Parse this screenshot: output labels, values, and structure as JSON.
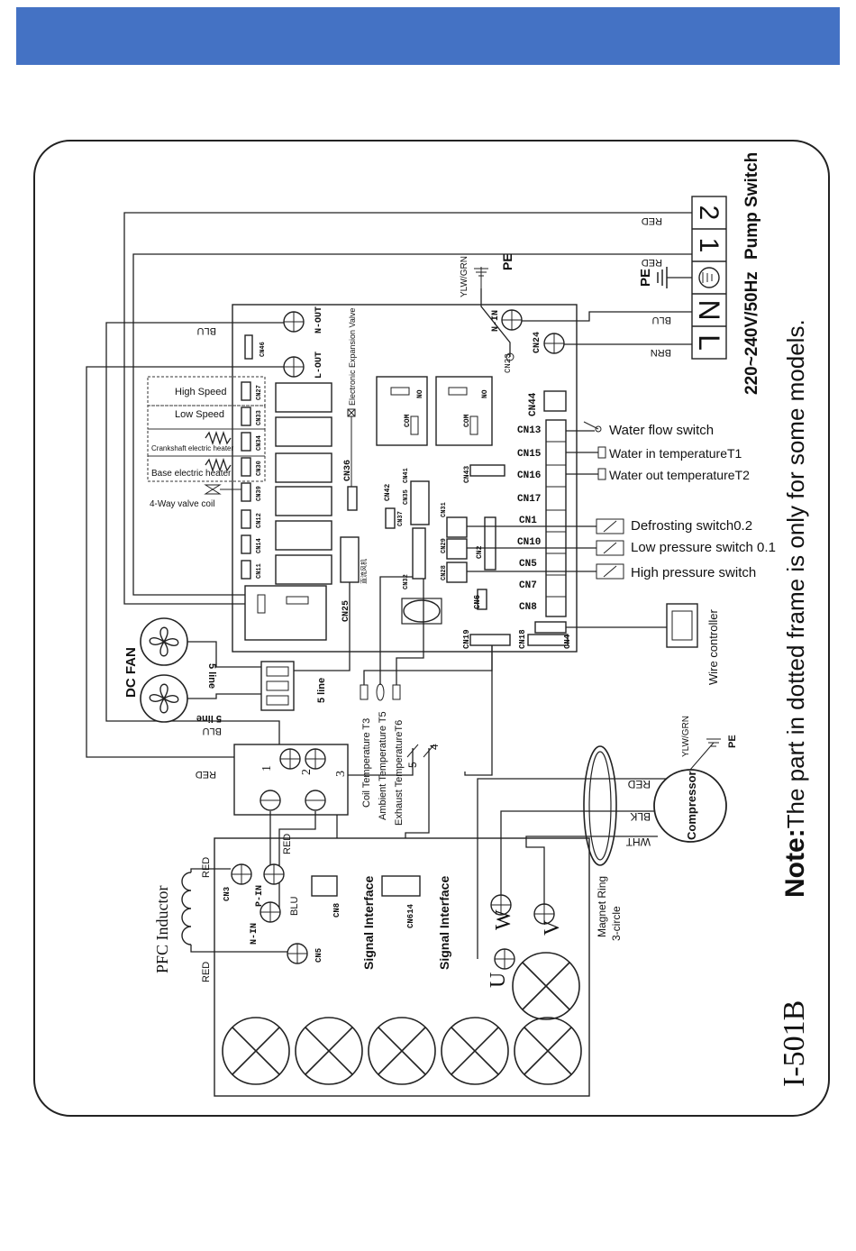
{
  "colors": {
    "header": "#4472c4",
    "line": "#222222",
    "background": "#ffffff"
  },
  "labels": {
    "model": "I-501B",
    "note_prefix": "Note:",
    "note_text": "The part in dotted frame is only for some models.",
    "power": "220~240V/50Hz",
    "pump_switch": "Pump Switch",
    "pe": "PE",
    "ylw_grn": "YLW/GRN",
    "terminal_L": "L",
    "terminal_N": "N",
    "terminal_1": "1",
    "terminal_2": "2",
    "red": "RED",
    "blu": "BLU",
    "brn": "BRN",
    "blk": "BLK",
    "wht": "WHT",
    "n_in": "N-IN",
    "n_out": "N-OUT",
    "l_out": "L-OUT",
    "p_in": "P-IN",
    "electronic_expansion_valve": "Electronic Expansion Valve",
    "high_speed": "High Speed",
    "low_speed": "Low Speed",
    "crankshaft_heater": "Crankshaft electric heater",
    "base_heater": "Base electric heater",
    "four_way_valve": "4-Way valve coil",
    "water_flow_switch": "Water flow switch",
    "water_in_temp": "Water in temperatureT1",
    "water_out_temp": "Water out temperatureT2",
    "defrosting_switch": "Defrosting switch0.2",
    "low_pressure_switch": "Low pressure switch 0.1",
    "high_pressure_switch": "High pressure switch",
    "wire_controller": "Wire controller",
    "dc_fan": "DC FAN",
    "five_line": "5 line",
    "coil_temp": "Coil Temperature T3",
    "ambient_temp": "Ambient Temperature T5",
    "exhaust_temp": "Exhaust TemperatureT6",
    "num_5": "5",
    "num_4": "4",
    "num_3": "3",
    "compressor": "Compressor",
    "magnet_ring": "Magnet Ring",
    "three_circle": "3-circle",
    "pfc_inductor": "PFC Inductor",
    "signal_interface": "Signal Interface",
    "no": "NO",
    "com": "COM",
    "u": "U",
    "v": "V",
    "w": "W",
    "fan_chinese": "直流风机"
  },
  "connectors": {
    "cn13": "CN13",
    "cn15": "CN15",
    "cn16": "CN16",
    "cn17": "CN17",
    "cn1": "CN1",
    "cn10": "CN10",
    "cn5": "CN5",
    "cn7": "CN7",
    "cn8": "CN8",
    "cn44": "CN44",
    "cn24": "CN24",
    "cn23": "CN23",
    "cn46": "CN46",
    "cn27": "CN27",
    "cn33": "CN33",
    "cn34": "CN34",
    "cn30": "CN30",
    "cn39": "CN39",
    "cn12": "CN12",
    "cn14": "CN14",
    "cn11": "CN11",
    "cn36": "CN36",
    "cn42": "CN42",
    "cn37": "CN37",
    "cn35": "CN35",
    "cn41": "CN41",
    "cn43": "CN43",
    "cn31": "CN31",
    "cn29": "CN29",
    "cn28": "CN28",
    "cn2": "CN2",
    "cn32": "CN32",
    "cn6": "CN6",
    "cn25": "CN25",
    "cn19": "CN19",
    "cn18": "CN18",
    "cn4": "CN4",
    "cn3": "CN3",
    "cn614": "CN614"
  }
}
